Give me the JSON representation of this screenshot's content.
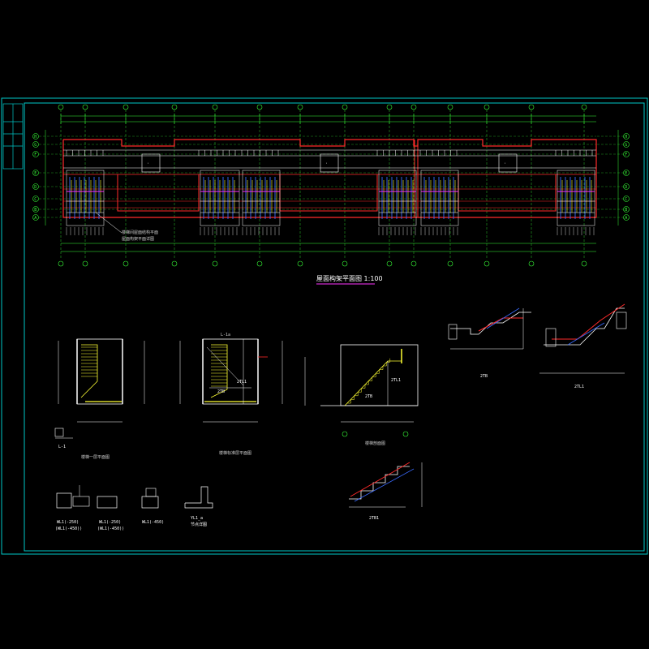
{
  "drawing": {
    "main_title": "屋面构架平面图 1:100",
    "palette": {
      "background": "#000000",
      "frame": "#00c8c8",
      "axis": "#37ff37",
      "wall": "#ff2a2a",
      "beam": "#ffffff",
      "stair": "#ffff33",
      "rebar_blue": "#3a6bff",
      "rebar_magenta": "#ff2aff",
      "title_underline": "#ff33ff"
    },
    "plan_labels": {
      "note_line1": "楼梯间屋面结构平面",
      "note_line2": "屋面构架平面详图",
      "axis_letters_left": [
        "H",
        "G",
        "F",
        "E",
        "D",
        "C",
        "B",
        "A"
      ],
      "axis_letters_right": [
        "H",
        "G",
        "F",
        "E",
        "D",
        "C",
        "B",
        "A"
      ]
    },
    "stair_labels": {
      "plan1_caption": "楼梯一层平面图",
      "plan2_caption": "楼梯标准层平面图",
      "plan2_top": "L-1a",
      "tb_a": "2TL1",
      "tb_b": "2TB",
      "section_caption": "楼梯剖面图",
      "section_tl": "2TL1",
      "section_tb": "2TB",
      "detail1_label": "2TB",
      "detail2_label": "2TL1",
      "detail3_label": "2TB1"
    },
    "beam_details": {
      "d1_line1": "WL1(-250)",
      "d1_line2": "(WL1(-450))",
      "d2_line1": "WL1(-250)",
      "d2_line2": "(WL1(-450))",
      "d3_line1": "WL1(-450)",
      "d4_line1": "YL1_a",
      "d4_line2": "节点详图",
      "sec_small": "L-1"
    }
  }
}
